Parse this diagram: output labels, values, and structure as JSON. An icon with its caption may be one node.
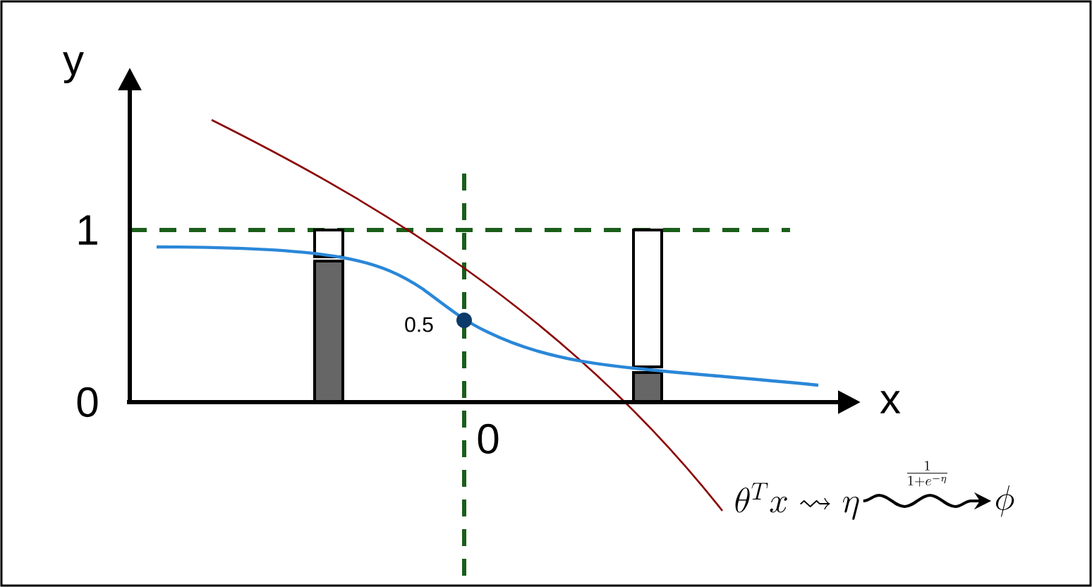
{
  "diagram": {
    "nodes": [
      {
        "text": [
          "\\theta^T x \\rightsquigarrow \\eta"
        ]
      },
      {
        "text": [
          "\\phi"
        ]
      }
    ],
    "edges": [
      {
        "from": 0,
        "to": 1,
        "arrow": "to",
        "label": "\\frac{1}{1+e^{-\\eta}}"
      }
    ],
    "labels": [
      "y",
      "1",
      "0.5",
      "0",
      "x",
      "0"
    ]
  }
}
